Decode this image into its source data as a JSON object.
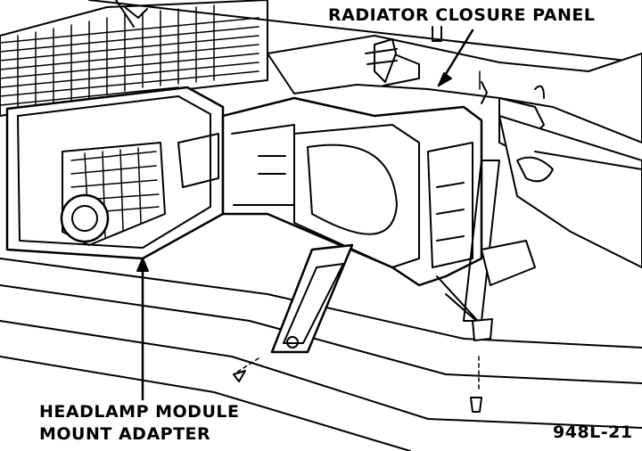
{
  "callouts": {
    "radiator_closure_panel": "RADIATOR CLOSURE PANEL",
    "headlamp_module_line1": "HEADLAMP MODULE",
    "headlamp_module_line2": "MOUNT ADAPTER"
  },
  "figure_number": "948L-21",
  "colors": {
    "ink": "#000000",
    "paper": "#ffffff"
  }
}
